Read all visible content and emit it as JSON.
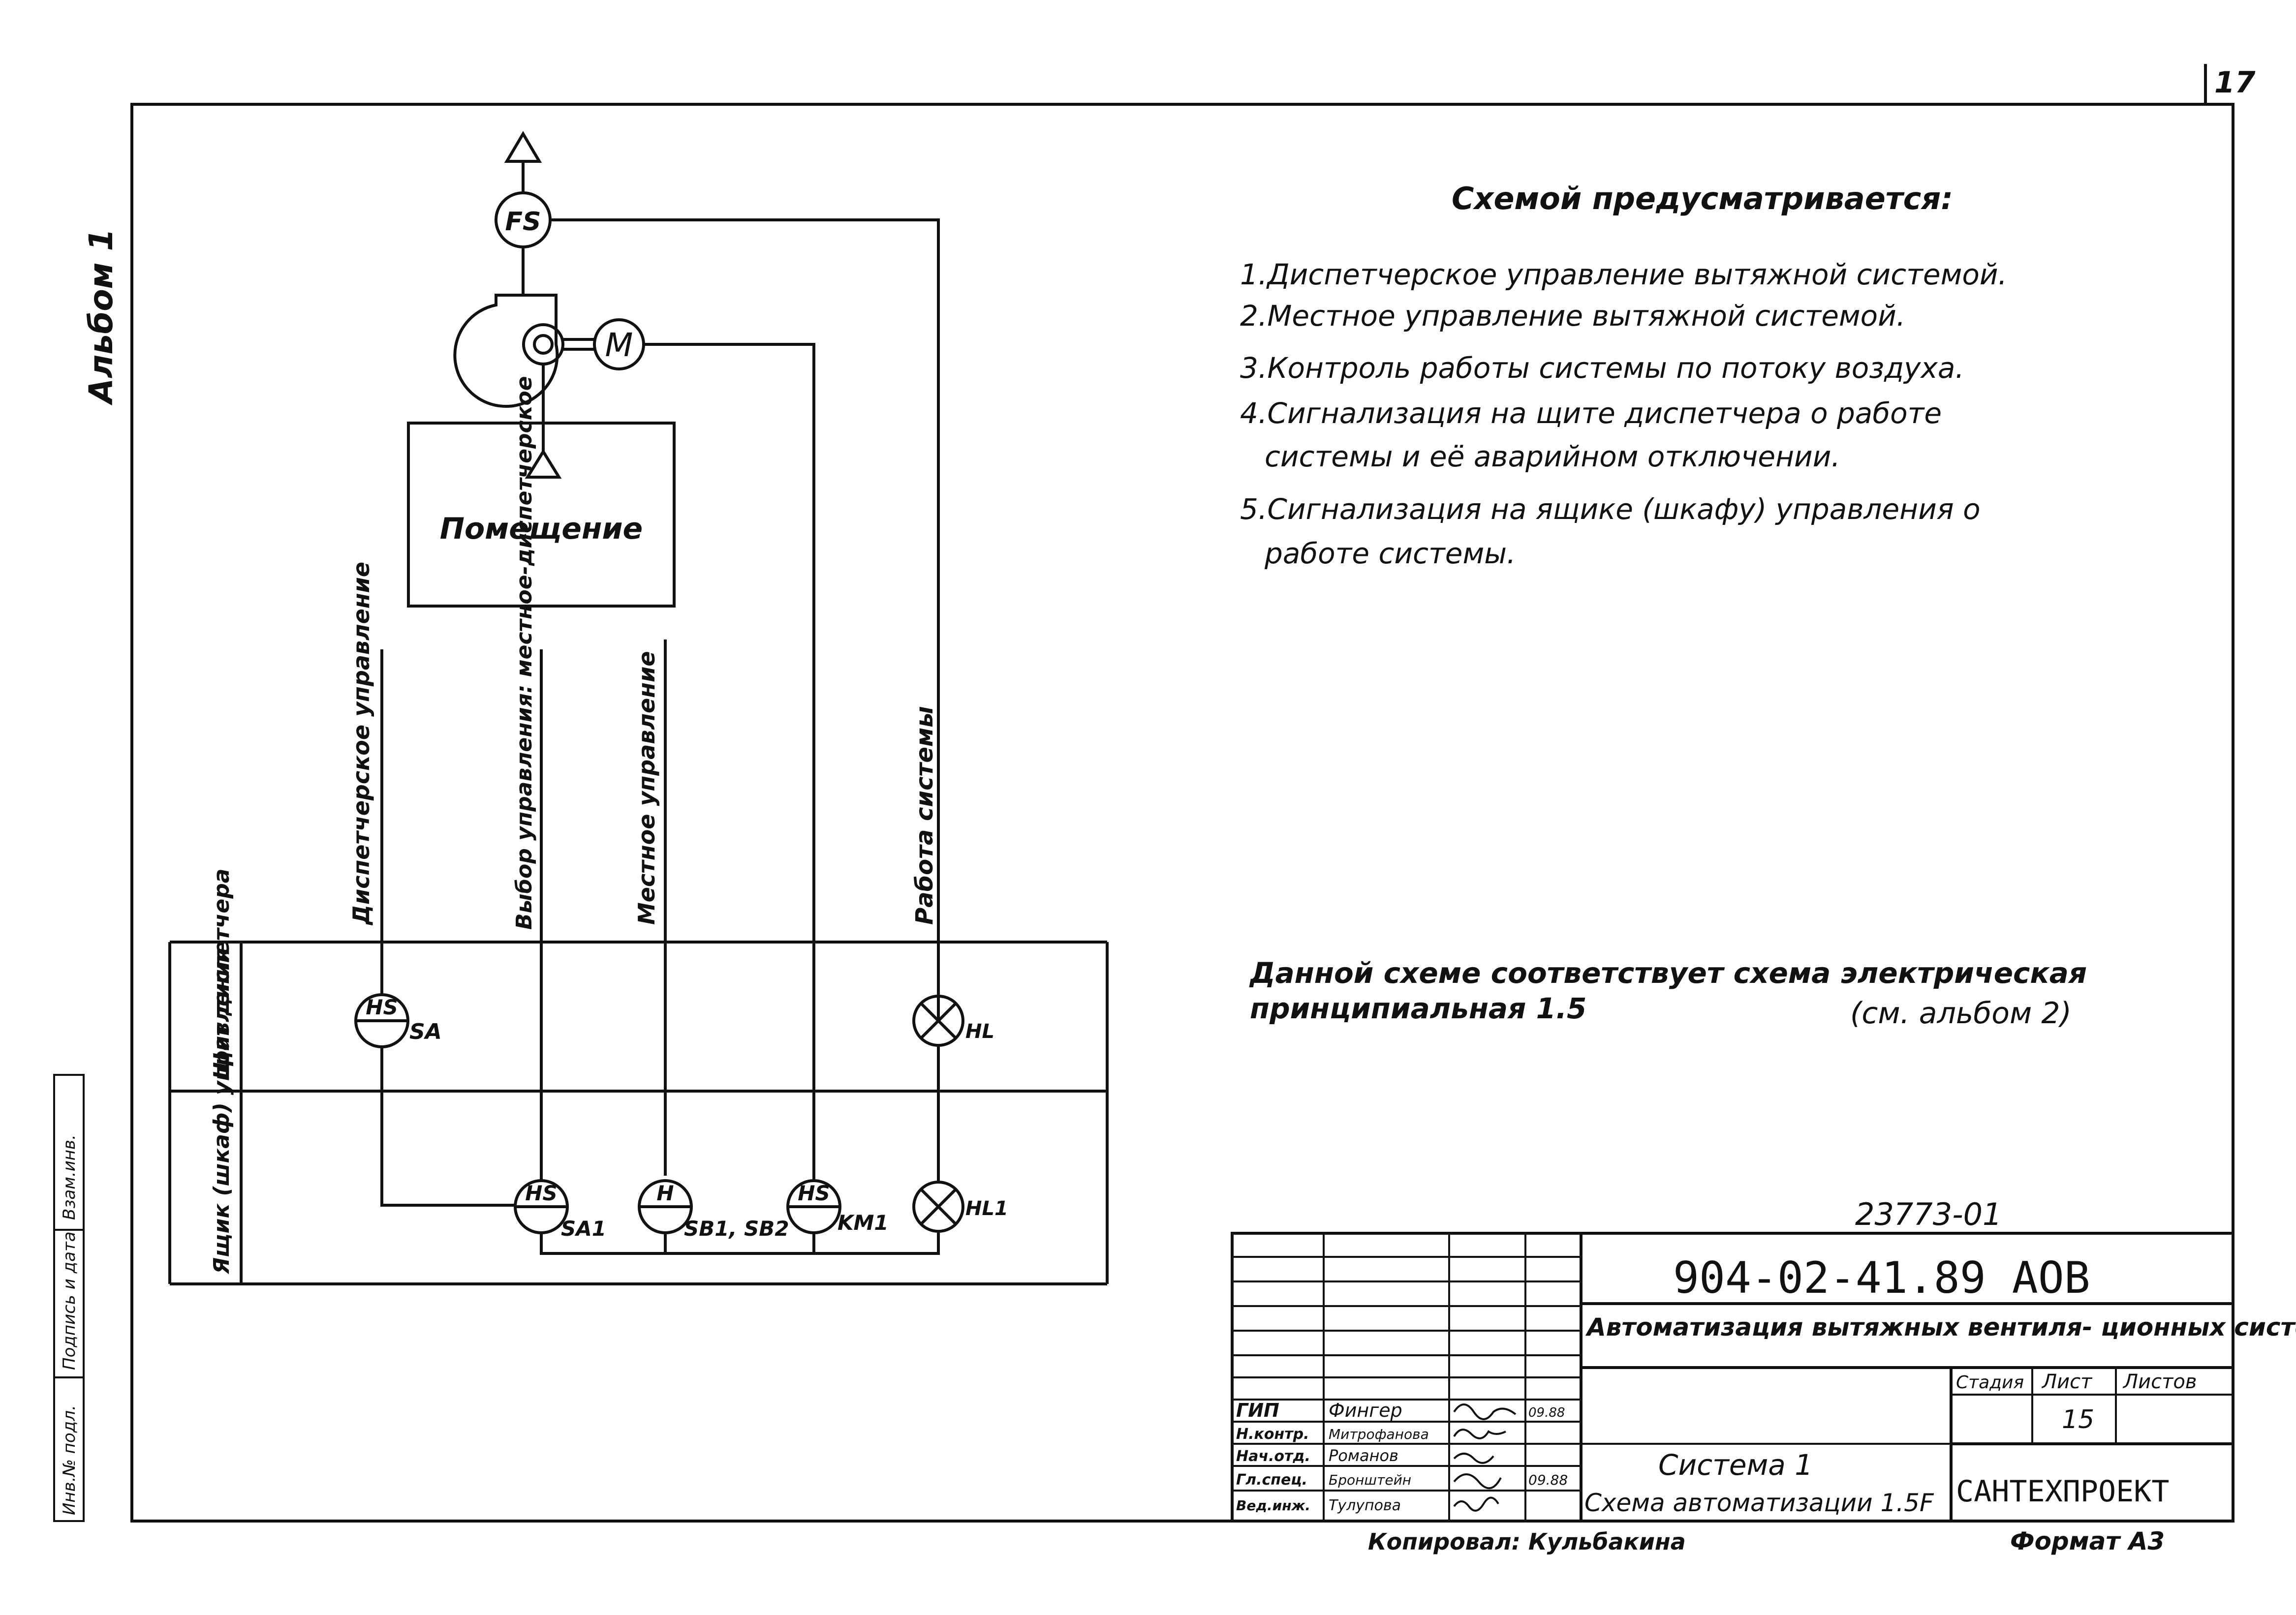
{
  "page": {
    "sheet_number": "17",
    "album_label": "Альбом 1",
    "side_stamp": [
      "Инв.№ подл.",
      "Подпись и дата",
      "Взам.инв."
    ]
  },
  "diagram": {
    "fan_sensor": "FS",
    "motor": "M",
    "room_label": "Помещение",
    "signals": [
      {
        "label": "Диспетчерское управление"
      },
      {
        "label": "Выбор управления: местное-диспетчерское"
      },
      {
        "label": "Местное управление"
      },
      {
        "label": "Работа системы"
      }
    ],
    "rows": [
      {
        "label": "Щит диспетчера"
      },
      {
        "label": "Ящик (шкаф) управления"
      }
    ],
    "devices": [
      {
        "symbol": "HS",
        "tag": "SA"
      },
      {
        "symbol": "",
        "tag": "HL"
      },
      {
        "symbol": "HS",
        "tag": "SA1"
      },
      {
        "symbol": "H",
        "tag": "SB1, SB2"
      },
      {
        "symbol": "HS",
        "tag": "KM1"
      },
      {
        "symbol": "",
        "tag": "HL1"
      }
    ]
  },
  "notes": {
    "heading": "Схемой предусматривается:",
    "items": [
      "1.Диспетчерское управление вытяжной системой.",
      "2.Местное управление вытяжной системой.",
      "3.Контроль работы системы по потоку воздуха.",
      "4.Сигнализация на щите диспетчера о работе",
      "системы и её аварийном отключении.",
      "5.Сигнализация на ящике (шкафу) управления о",
      "работе системы."
    ],
    "reference_line1": "Данной схеме соответствует схема электрическая",
    "reference_line2": "принципиальная 1.5",
    "reference_line3": "(см. альбом 2)"
  },
  "title_block": {
    "archive_number": "23773-01",
    "doc_code": "904-02-41.89  АОВ",
    "project_title": "Автоматизация вытяжных вентиля- ционных систем.",
    "stage_header": "Стадия",
    "sheet_header": "Лист",
    "sheets_header": "Листов",
    "sheet_value": "15",
    "drawing_title_1": "Система 1",
    "drawing_title_2": "Схема автоматизации 1.5F",
    "organization": "САНТЕХПРОЕКТ",
    "staff": [
      {
        "role": "ГИП",
        "name": "Фингер",
        "date": "09.88"
      },
      {
        "role": "Н.контр.",
        "name": "Митрофанова",
        "date": ""
      },
      {
        "role": "Нач.отд.",
        "name": "Романов",
        "date": ""
      },
      {
        "role": "Гл.спец.",
        "name": "Бронштейн",
        "date": "09.88"
      },
      {
        "role": "Вед.инж.",
        "name": "Тулупова",
        "date": ""
      }
    ],
    "copied_by": "Копировал: Кульбакина",
    "format": "Формат А3"
  }
}
